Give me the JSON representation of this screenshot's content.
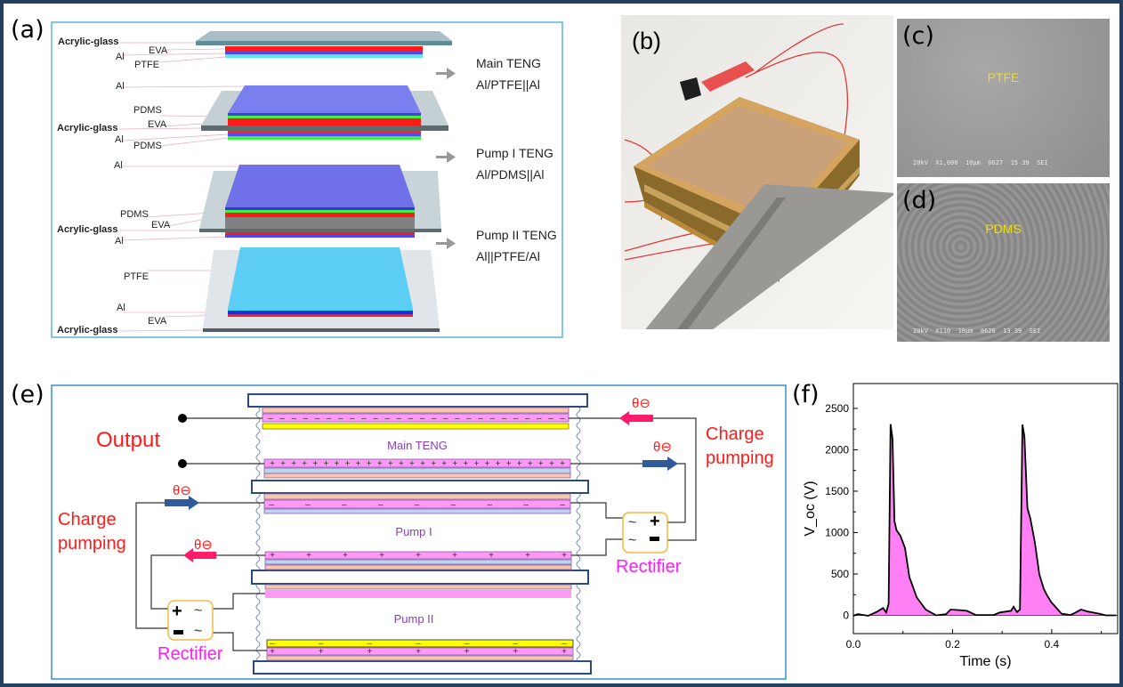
{
  "panels": {
    "a": {
      "label": "(a)",
      "left_labels": [
        "Acrylic-glass",
        "EVA",
        "Al",
        "PTFE",
        "Al",
        "PDMS",
        "Acrylic-glass",
        "EVA",
        "Al",
        "PDMS",
        "Al",
        "PDMS",
        "Acrylic-glass",
        "EVA",
        "Al",
        "PTFE",
        "Al",
        "EVA",
        "Acrylic-glass"
      ],
      "right": [
        {
          "title": "Main TENG",
          "structure": "Al/PTFE||Al"
        },
        {
          "title": "Pump I TENG",
          "structure": "Al/PDMS||Al"
        },
        {
          "title": "Pump II TENG",
          "structure": "Al||PTFE/Al"
        }
      ],
      "colors": {
        "eva": "#ff1a1a",
        "al": "#4a4af0",
        "ptfe": "#5fd6f5",
        "pdms": "#3ef23e",
        "glass": "#9fb1b8"
      }
    },
    "b": {
      "label": "(b)"
    },
    "c": {
      "label": "(c)",
      "material": "PTFE",
      "sem_info": "20kV  X1,000  10μm  0627  15 39  SEI"
    },
    "d": {
      "label": "(d)",
      "material": "PDMS",
      "sem_info": "20kV  X110  10μm  0620  13 39  SEI"
    },
    "e": {
      "label": "(e)",
      "output": "Output",
      "charge_pumping_right": [
        "Charge",
        "pumping"
      ],
      "charge_pumping_left": [
        "Charge",
        "pumping"
      ],
      "main_teng": "Main TENG",
      "pump1": "Pump I",
      "pump2": "Pump II",
      "rectifier_right": "Rectifier",
      "rectifier_left": "Rectifier",
      "electron_symbol": "θ⊖",
      "colors": {
        "red_text": "#ff1a1a",
        "magenta_text": "#ff1aff",
        "purple_text": "#8a3fb5",
        "pink_layer": "#ff99f5",
        "yellow_layer": "#ffff00",
        "peach_layer": "#f7c8a8",
        "blue_layer": "#bcd6ee",
        "arrow_blue": "#2f5b9a",
        "arrow_pink": "#ff1a6a"
      }
    },
    "f": {
      "label": "(f)"
    }
  },
  "chart_data": {
    "type": "area",
    "title": "",
    "xlabel": "Time (s)",
    "ylabel": "V_oc (V)",
    "xlim": [
      0,
      0.533
    ],
    "ylim": [
      -220,
      2800
    ],
    "xticks": [
      "0.0",
      "0.2",
      "0.4"
    ],
    "xtick_values": [
      0,
      0.2,
      0.4
    ],
    "yticks": [
      "0",
      "500",
      "1000",
      "1500",
      "2000",
      "2500"
    ],
    "ytick_values": [
      0,
      500,
      1000,
      1500,
      2000,
      2500
    ],
    "grid": false,
    "fill_color": "#ff80f5",
    "line_color": "#000000",
    "x": [
      0,
      0.009,
      0.03,
      0.048,
      0.06,
      0.066,
      0.071,
      0.075,
      0.079,
      0.083,
      0.087,
      0.095,
      0.104,
      0.113,
      0.128,
      0.146,
      0.167,
      0.187,
      0.196,
      0.211,
      0.229,
      0.247,
      0.283,
      0.295,
      0.318,
      0.323,
      0.33,
      0.336,
      0.341,
      0.345,
      0.351,
      0.357,
      0.366,
      0.375,
      0.384,
      0.39,
      0.399,
      0.42,
      0.438,
      0.447,
      0.459,
      0.473,
      0.497,
      0.509,
      0.53
    ],
    "y": [
      -5,
      15,
      -5,
      45,
      90,
      35,
      140,
      2310,
      2130,
      1135,
      1030,
      960,
      815,
      460,
      215,
      70,
      0,
      15,
      70,
      65,
      55,
      5,
      5,
      35,
      55,
      105,
      40,
      70,
      2305,
      2160,
      1295,
      1170,
      885,
      495,
      320,
      250,
      160,
      20,
      5,
      30,
      70,
      45,
      20,
      0,
      0
    ]
  }
}
